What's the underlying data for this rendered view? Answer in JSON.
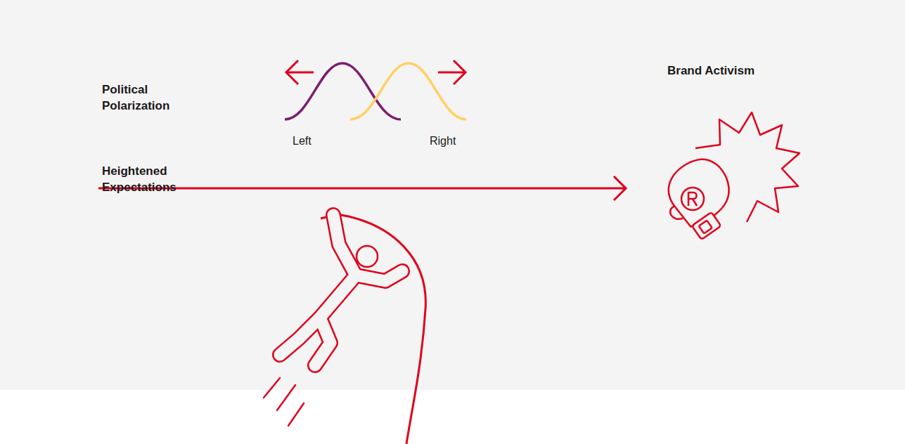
{
  "diagram": {
    "labels": [
      "Political Polarization",
      "Left",
      "Right",
      "Brand Activism",
      "Heightened Expectations"
    ]
  }
}
